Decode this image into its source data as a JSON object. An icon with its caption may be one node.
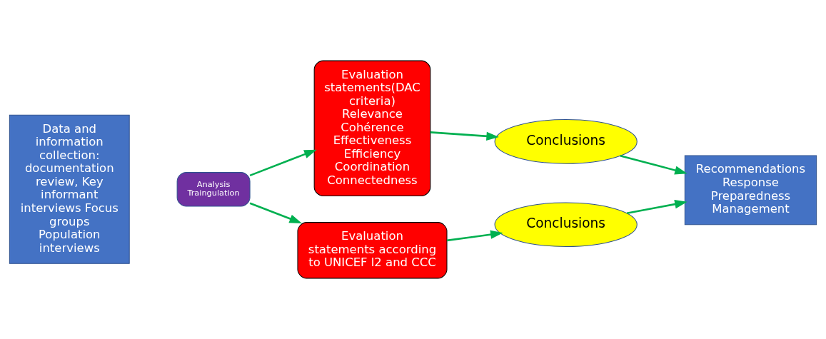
{
  "diagram": {
    "nodes": [
      {
        "text": [
          "Data and information collection: documentation review, Key informant interviews Focus groups Population interviews"
        ]
      },
      {
        "text": [
          "Analysis",
          "Traingulation"
        ]
      },
      {
        "text": [
          "Evaluation statements(DAC criteria)",
          "Relevance",
          "Cohérence",
          "Effectiveness",
          "Efficiency",
          "Coordination",
          "Connectedness"
        ]
      },
      {
        "text": [
          "Evaluation statements according to UNICEF l2 and CCC"
        ]
      },
      {
        "text": [
          "Conclusions"
        ]
      },
      {
        "text": [
          "Conclusions"
        ]
      },
      {
        "text": [
          "Recommendations",
          "Response",
          "Preparedness",
          "Management"
        ]
      }
    ],
    "edges": [
      {
        "from": 1,
        "to": 2,
        "arrow": "to"
      },
      {
        "from": 1,
        "to": 3,
        "arrow": "to"
      },
      {
        "from": 2,
        "to": 4,
        "arrow": "to"
      },
      {
        "from": 3,
        "to": 5,
        "arrow": "to"
      },
      {
        "from": 4,
        "to": 6,
        "arrow": "to"
      },
      {
        "from": 5,
        "to": 6,
        "arrow": "to"
      }
    ]
  }
}
